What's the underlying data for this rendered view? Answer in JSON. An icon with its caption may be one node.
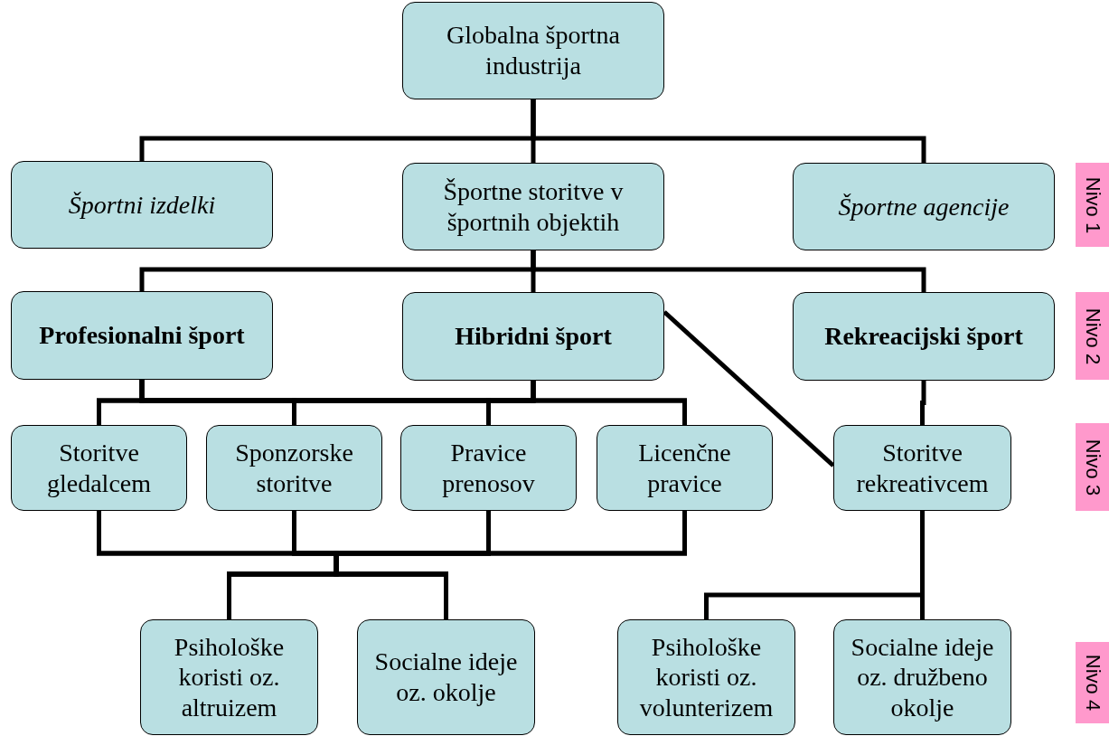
{
  "diagram": {
    "nodes": [
      {
        "text": [
          "Globalna športna industrija"
        ]
      },
      {
        "text": [
          "Športni izdelki"
        ]
      },
      {
        "text": [
          "Športne storitve v športnih objektih"
        ]
      },
      {
        "text": [
          "Športne agencije"
        ]
      },
      {
        "text": [
          "Profesionalni šport"
        ]
      },
      {
        "text": [
          "Hibridni šport"
        ]
      },
      {
        "text": [
          "Rekreacijski šport"
        ]
      },
      {
        "text": [
          "Storitve gledalcem"
        ]
      },
      {
        "text": [
          "Sponzorske storitve"
        ]
      },
      {
        "text": [
          "Pravice prenosov"
        ]
      },
      {
        "text": [
          "Licenčne pravice"
        ]
      },
      {
        "text": [
          "Storitve rekreativcem"
        ]
      },
      {
        "text": [
          "Psihološke koristi oz. altruizem"
        ]
      },
      {
        "text": [
          "Socialne ideje oz. okolje"
        ]
      },
      {
        "text": [
          "Psihološke koristi oz. volunterizem"
        ]
      },
      {
        "text": [
          "Socialne ideje oz. družbeno okolje"
        ]
      },
      {
        "text": [
          "Nivo 1"
        ]
      },
      {
        "text": [
          "Nivo 2"
        ]
      },
      {
        "text": [
          "Nivo 3"
        ]
      },
      {
        "text": [
          "Nivo 4"
        ]
      }
    ],
    "edges": [
      {
        "from": 0,
        "to": 1,
        "arrow": "none"
      },
      {
        "from": 0,
        "to": 2,
        "arrow": "none"
      },
      {
        "from": 0,
        "to": 3,
        "arrow": "none"
      },
      {
        "from": 2,
        "to": 4,
        "arrow": "none"
      },
      {
        "from": 2,
        "to": 5,
        "arrow": "none"
      },
      {
        "from": 2,
        "to": 6,
        "arrow": "none"
      },
      {
        "from": 4,
        "to": 7,
        "arrow": "none"
      },
      {
        "from": 4,
        "to": 8,
        "arrow": "none"
      },
      {
        "from": 4,
        "to": 9,
        "arrow": "none"
      },
      {
        "from": 4,
        "to": 10,
        "arrow": "none"
      },
      {
        "from": 5,
        "to": 7,
        "arrow": "none"
      },
      {
        "from": 5,
        "to": 8,
        "arrow": "none"
      },
      {
        "from": 5,
        "to": 9,
        "arrow": "none"
      },
      {
        "from": 5,
        "to": 10,
        "arrow": "none"
      },
      {
        "from": 5,
        "to": 11,
        "arrow": "none"
      },
      {
        "from": 6,
        "to": 11,
        "arrow": "none"
      },
      {
        "from": 7,
        "to": 12,
        "arrow": "none"
      },
      {
        "from": 7,
        "to": 13,
        "arrow": "none"
      },
      {
        "from": 8,
        "to": 12,
        "arrow": "none"
      },
      {
        "from": 8,
        "to": 13,
        "arrow": "none"
      },
      {
        "from": 9,
        "to": 12,
        "arrow": "none"
      },
      {
        "from": 9,
        "to": 13,
        "arrow": "none"
      },
      {
        "from": 10,
        "to": 12,
        "arrow": "none"
      },
      {
        "from": 10,
        "to": 13,
        "arrow": "none"
      },
      {
        "from": 11,
        "to": 14,
        "arrow": "none"
      },
      {
        "from": 11,
        "to": 15,
        "arrow": "none"
      }
    ]
  }
}
